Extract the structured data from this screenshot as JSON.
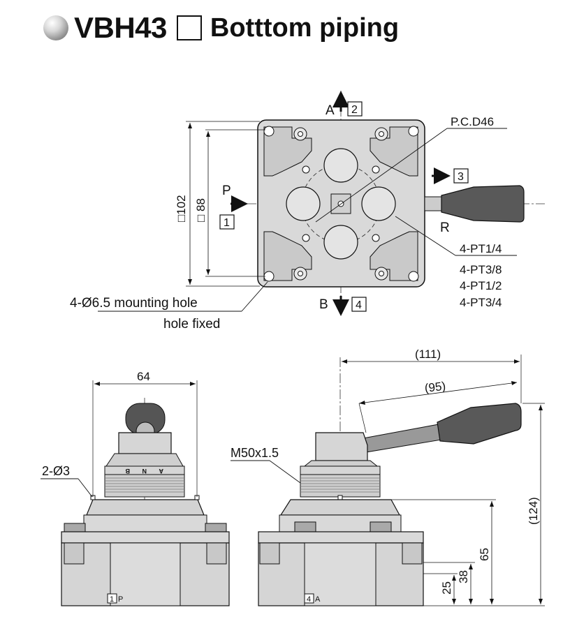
{
  "header": {
    "model": "VBH43",
    "description": "Botttom piping"
  },
  "top_view": {
    "port_a_letter": "A",
    "port_a_num": "2",
    "port_b_letter": "B",
    "port_b_num": "4",
    "port_p_letter": "P",
    "port_p_num": "1",
    "port_r_letter": "R",
    "port_exhaust_num": "3",
    "pcd": "P.C.D46",
    "dim_outer": "□102",
    "dim_inner": "□ 88",
    "mounting_line1": "4-Ø6.5 mounting hole",
    "mounting_line2": "hole fixed",
    "threads": [
      "4-PT1/4",
      "4-PT3/8",
      "4-PT1/2",
      "4-PT3/4"
    ]
  },
  "front_view": {
    "dim_width": "64",
    "pin_note": "2-Ø3",
    "port_num": "1",
    "port_letter": "P",
    "knob_letters": [
      "B",
      "N",
      "A"
    ]
  },
  "side_view": {
    "dim_lever_reach": "(111)",
    "dim_lever_length": "(95)",
    "dim_total_height": "(124)",
    "dim_height_65": "65",
    "dim_height_38": "38",
    "dim_height_25": "25",
    "thread_note": "M50x1.5",
    "port_num": "4",
    "port_letter": "A"
  },
  "colors": {
    "body": "#d8d8d8",
    "body_dark": "#a8a8a8",
    "handle": "#555555",
    "line": "#111111"
  }
}
